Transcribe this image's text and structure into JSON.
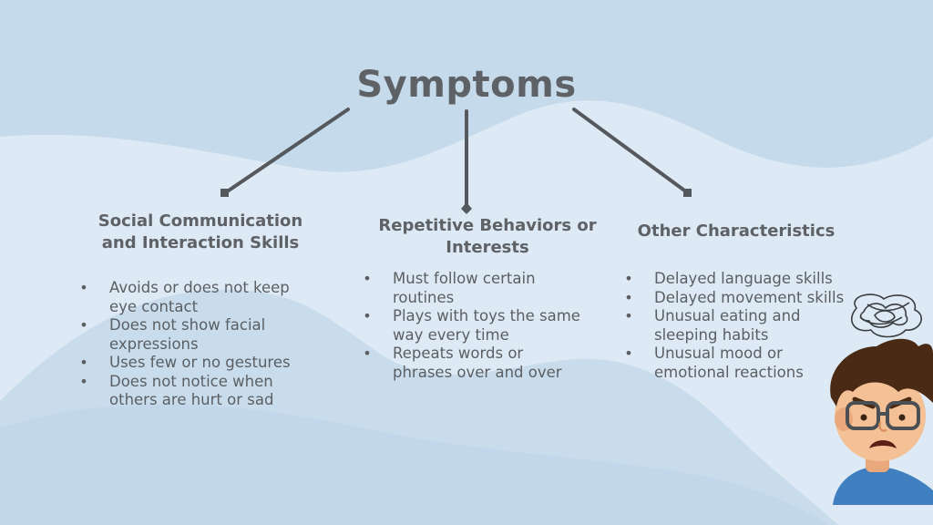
{
  "title": "Symptoms",
  "branches": [
    {
      "heading_lines": [
        "Social Communication",
        "and Interaction Skills"
      ],
      "items": [
        [
          "Avoids or does not keep",
          "eye contact"
        ],
        [
          "Does not show facial",
          "expressions"
        ],
        [
          "Uses few or no gestures"
        ],
        [
          "Does not notice when",
          "others are hurt or sad"
        ]
      ]
    },
    {
      "heading_lines": [
        "Repetitive Behaviors or",
        "Interests"
      ],
      "items": [
        [
          "Must follow certain",
          "routines"
        ],
        [
          "Plays with toys the same",
          "way every time"
        ],
        [
          "Repeats words or",
          "phrases over and over"
        ]
      ]
    },
    {
      "heading_lines": [
        "Other Characteristics"
      ],
      "items": [
        [
          "Delayed language skills"
        ],
        [
          "Delayed movement skills"
        ],
        [
          "Unusual eating and",
          "sleeping habits"
        ],
        [
          "Unusual mood or",
          "emotional reactions"
        ]
      ]
    }
  ],
  "colors": {
    "background": "#dde9f4",
    "wave": "#c5dbec",
    "text": "#5b5f63",
    "arrow": "#55585c"
  },
  "decor": {
    "mascot": "frustrated-boy-illustration",
    "scribble": "tangled-thought-scribble-icon"
  }
}
